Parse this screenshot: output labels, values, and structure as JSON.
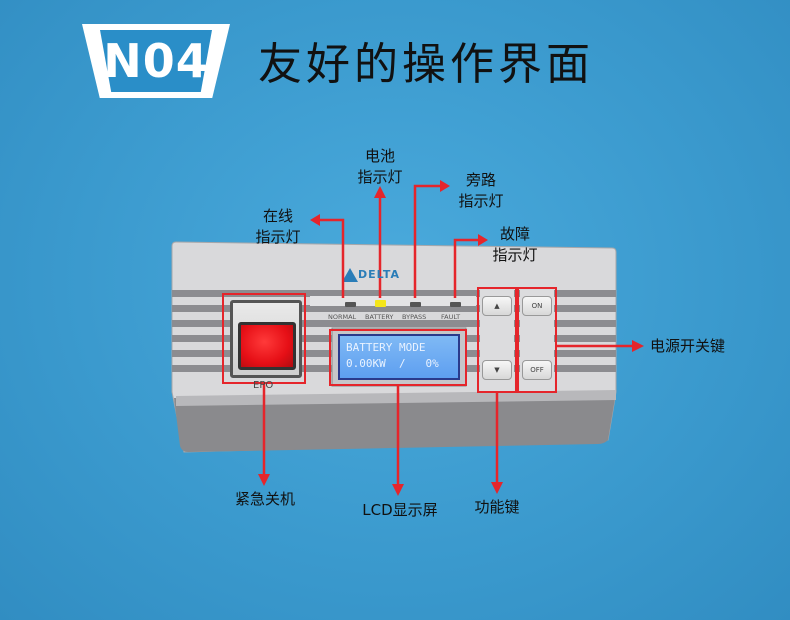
{
  "badge": {
    "text": "N04"
  },
  "title": "友好的操作界面",
  "labels": {
    "battery": [
      "电池",
      "指示灯"
    ],
    "bypass": [
      "旁路",
      "指示灯"
    ],
    "online": [
      "在线",
      "指示灯"
    ],
    "fault": [
      "故障",
      "指示灯"
    ],
    "power_switch": "电源开关键",
    "epo": "紧急关机",
    "lcd": "LCD显示屏",
    "function_keys": "功能键"
  },
  "panel": {
    "logo": "DELTA",
    "led_labels": [
      "NORMAL",
      "BATTERY",
      "BYPASS",
      "FAULT"
    ],
    "epo_label": "EPO",
    "lcd_lines": [
      "BATTERY MODE",
      "0.00KW  /   0%"
    ],
    "up_key": "▲",
    "down_key": "▼",
    "on_key": "ON",
    "off_key": "OFF"
  },
  "colors": {
    "background": "#3f9fd2",
    "annotation_red": "#e5252b",
    "epo_red": "#e60f16",
    "lcd_blue": "#6aa8f2",
    "battery_led": "#f5e61a"
  }
}
